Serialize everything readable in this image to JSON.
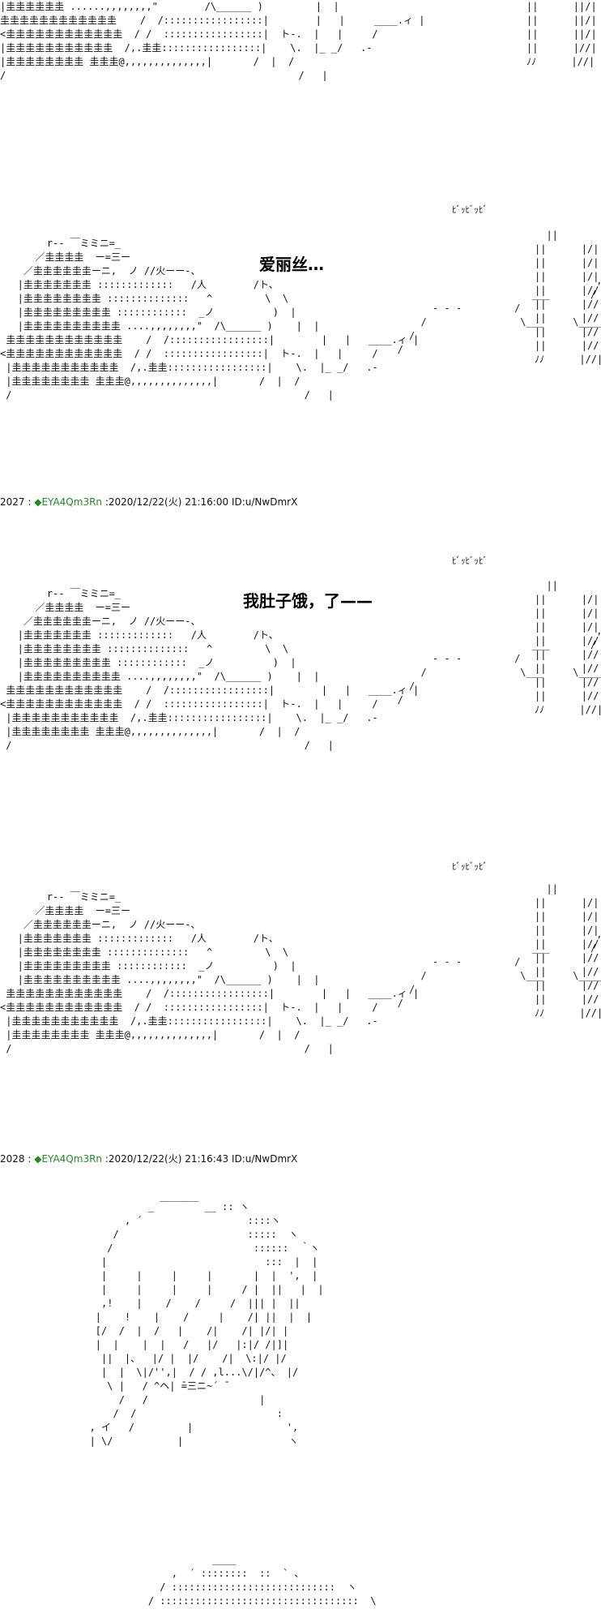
{
  "panels": [
    {
      "art": "|圭圭圭圭圭圭 ......,,,,,,,,\"        /\\______ )         |  |               \n圭圭圭圭圭圭圭圭圭圭圭圭    /  /:::::::::::::::::|        |   |     ____.ィ |   \n<圭圭圭圭圭圭圭圭圭圭圭圭  / /  :::::::::::::::::|  ト-.  |   |     /          \n|圭圭圭圭圭圭圭圭圭圭圭  /,.圭圭:::::::::::::::::|    \\.  |_ _/   .-        \n|圭圭圭圭圭圭圭圭 圭圭圭@,,,,,,,,,,,,,,|       /  |  /                \n/                                                  /   |                   "
    },
    {
      "sfx": "ﾋﾞｯﾋﾞｯﾋﾞ",
      "speech": "爱丽丝…",
      "art": "        r-- ￣ミミニ=_                                                 \n      ／圭圭圭圭  ー=三ー                                            \n    ／圭圭圭圭圭圭ーニ,  ノ //火ーー-、                                     \n   |圭圭圭圭圭圭圭 :::::::::::::   /人        /ト、                            \n   |圭圭圭圭圭圭圭圭 ::::::::::::::   ^         \\  \\                          \n   |圭圭圭圭圭圭圭圭圭 ::::::::::::  _ノ          )  |                         \n   |圭圭圭圭圭圭圭圭圭圭 ....,,,,,,,,\"  /\\______ )    |  |                    \n 圭圭圭圭圭圭圭圭圭圭圭圭    /  /:::::::::::::::::|        |   |   ____.ィ |       \n<圭圭圭圭圭圭圭圭圭圭圭圭  / /  :::::::::::::::::|  ト-.  |   |     /             \n |圭圭圭圭圭圭圭圭圭圭圭  /,.圭圭:::::::::::::::::|    \\.  |_ _/   .-            \n |圭圭圭圭圭圭圭圭 圭圭圭@,,,,,,,,,,,,,,|       /  |  /                    \n /                                                  /   |                       "
    },
    {
      "header": {
        "number": "2027",
        "separator": ":",
        "trip": "◆EYA4Qm3Rn",
        "meta": ":2020/12/22(火) 21:16:00 ID:u/NwDmrX"
      },
      "sfx": "ﾋﾞｯﾋﾞｯﾋﾞ",
      "speech": "我肚子饿，了——",
      "art": "        r-- ￣ミミニ=_                                                 \n      ／圭圭圭圭  ー=三ー                                            \n    ／圭圭圭圭圭圭ーニ,  ノ //火ーー-、                                     \n   |圭圭圭圭圭圭圭 :::::::::::::   /人        /ト、                            \n   |圭圭圭圭圭圭圭圭 ::::::::::::::   ^         \\  \\                          \n   |圭圭圭圭圭圭圭圭圭 ::::::::::::  _ノ          )  |                         \n   |圭圭圭圭圭圭圭圭圭圭 ....,,,,,,,,\"  /\\______ )    |  |                    \n 圭圭圭圭圭圭圭圭圭圭圭圭    /  /:::::::::::::::::|        |   |   ____.ィ |       \n<圭圭圭圭圭圭圭圭圭圭圭圭  / /  :::::::::::::::::|  ト-.  |   |     /             \n |圭圭圭圭圭圭圭圭圭圭圭  /,.圭圭:::::::::::::::::|    \\.  |_ _/   .-            \n |圭圭圭圭圭圭圭圭 圭圭圭@,,,,,,,,,,,,,,|       /  |  /                    \n /                                                  /   |                       "
    },
    {
      "sfx": "ﾋﾞｯﾋﾞｯﾋﾞ",
      "art": "        r-- ￣ミミニ=_                                                 \n      ／圭圭圭圭  ー=三ー                                            \n    ／圭圭圭圭圭圭ーニ,  ノ //火ーー-、                                     \n   |圭圭圭圭圭圭圭 :::::::::::::   /人        /ト、                            \n   |圭圭圭圭圭圭圭圭 ::::::::::::::   ^         \\  \\                          \n   |圭圭圭圭圭圭圭圭圭 ::::::::::::  _ノ          )  |                         \n   |圭圭圭圭圭圭圭圭圭圭 ....,,,,,,,,\"  /\\______ )    |  |                    \n 圭圭圭圭圭圭圭圭圭圭圭圭    /  /:::::::::::::::::|        |   |   ____.ィ |       \n<圭圭圭圭圭圭圭圭圭圭圭圭  / /  :::::::::::::::::|  ト-.  |   |     /             \n |圭圭圭圭圭圭圭圭圭圭圭  /,.圭圭:::::::::::::::::|    \\.  |_ _/   .-            \n |圭圭圭圭圭圭圭圭 圭圭圭@,,,,,,,,,,,,,,|       /  |  /                    \n /                                                  /   |                       "
    },
    {
      "header": {
        "number": "2028",
        "separator": ":",
        "trip": "◆EYA4Qm3Rn",
        "meta": ":2020/12/22(火) 21:16:43 ID:u/NwDmrX"
      },
      "art": "                 _ ￣￣￣￣ __ :: ヽ            \n             , ´                  ::::ヽ         \n           /                      :::::  ヽ      \n          /                        ::::::  ｀ヽ   \n         |                           :::  |  |   \n         |     |     |     |       |  |  ',  |   \n         |     |     |     |     / |  ||   |  |  \n         ,!    |    /    /     /  ||| |  ||  \n        |    !    |    /     |    /| ||  |  |    \n        [/  /  |  /   |    /|    /| |/| |    \n        |  |    |  |   /   |/   |:|/ /|]|    \n         ||  |、  |/ |  |/    /|  \\:|/ |/     \n         |  |  \\|/'',|  / / ,l...\\/|/^、 |/     \n          \\ |   / ^ヘ| ̄=三ニ~´ ̄                \n            /   /                   |           \n           /  /                        :         \n       , イ   /         |                ',        \n       | \\/           |                  ヽ      "
    },
    {
      "art": "                            ____            \n                     ,  ´ ::::::::  ::  ` 、     \n                   / ::::::::::::::::::::::::::::  ヽ   \n                 / ::::::::::::::::::::::::::::::::::  \\ "
    }
  ],
  "right_art": {
    "top": "||      ||/|\n||      ||/|\n||      ||/|\n||      |//|\nﾉﾉ      |//|",
    "mid": "  ||\n||      |/|\n||      |/|\n||      |/|\n||      |//|\n||      |//|\n||      |//|\n||      |//|\n||      |//|\nﾉﾉ      |//|"
  },
  "middle_art": "                                         ,,.\n                              ___       /\n             - - -         /\n           /                \\___     \\______| \n         /                                |\n       /                                   |"
}
